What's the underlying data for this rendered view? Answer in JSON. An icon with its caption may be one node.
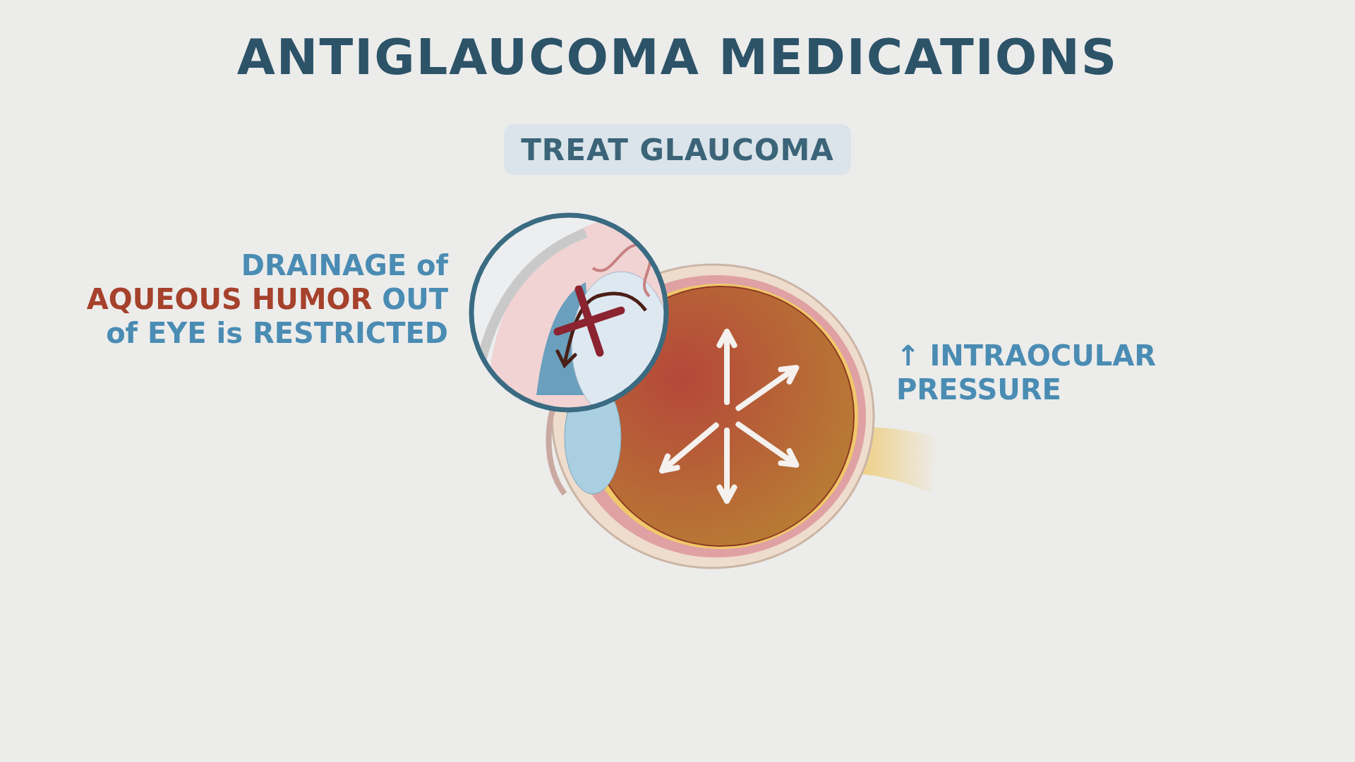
{
  "diagram": {
    "title": "ANTIGLAUCOMA MEDICATIONS",
    "nodes": [
      {
        "text": [
          "TREAT GLAUCOMA"
        ]
      }
    ],
    "labels": [
      "DRAINAGE of *AQUEOUS HUMOR* OUT of EYE is RESTRICTED",
      "↑ INTRAOCULAR PRESSURE"
    ]
  }
}
